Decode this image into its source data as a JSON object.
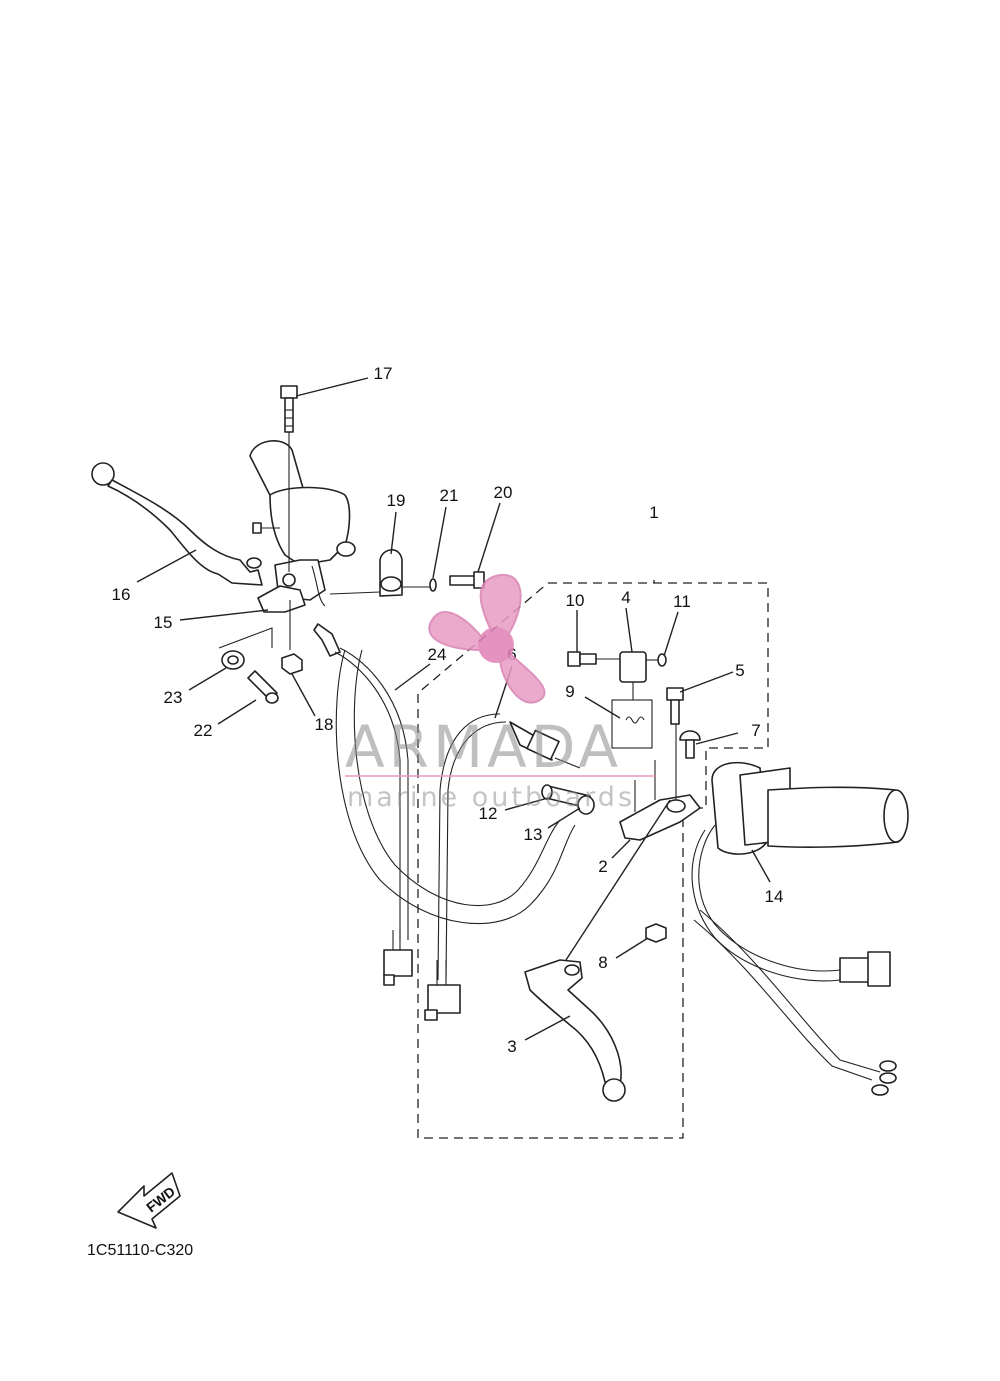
{
  "diagram_code": "1C51110-C320",
  "fwd_label": "FWD",
  "watermark": {
    "brand": "ARMADA",
    "tagline": "marine outboards",
    "color": "#e89cc4"
  },
  "callouts": [
    {
      "id": "1",
      "label": "1"
    },
    {
      "id": "2",
      "label": "2"
    },
    {
      "id": "3",
      "label": "3"
    },
    {
      "id": "4",
      "label": "4"
    },
    {
      "id": "5",
      "label": "5"
    },
    {
      "id": "6",
      "label": "6"
    },
    {
      "id": "7",
      "label": "7"
    },
    {
      "id": "8",
      "label": "8"
    },
    {
      "id": "9",
      "label": "9"
    },
    {
      "id": "10",
      "label": "10"
    },
    {
      "id": "11",
      "label": "11"
    },
    {
      "id": "12",
      "label": "12"
    },
    {
      "id": "13",
      "label": "13"
    },
    {
      "id": "14",
      "label": "14"
    },
    {
      "id": "15",
      "label": "15"
    },
    {
      "id": "16",
      "label": "16"
    },
    {
      "id": "17",
      "label": "17"
    },
    {
      "id": "18",
      "label": "18"
    },
    {
      "id": "19",
      "label": "19"
    },
    {
      "id": "20",
      "label": "20"
    },
    {
      "id": "21",
      "label": "21"
    },
    {
      "id": "22",
      "label": "22"
    },
    {
      "id": "23",
      "label": "23"
    },
    {
      "id": "24",
      "label": "24"
    }
  ]
}
